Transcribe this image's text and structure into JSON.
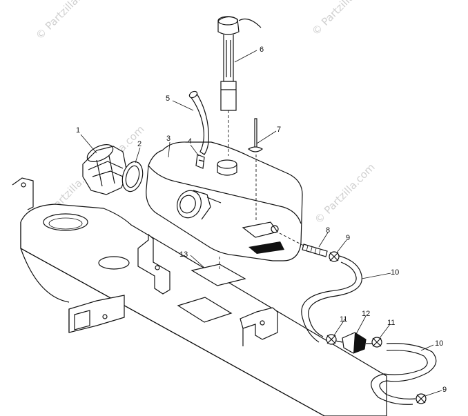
{
  "watermarks": [
    "© Partzilla.com",
    "© Partzilla.com",
    "© Partzilla.com",
    "© Partzilla.com",
    "© Partzilla.com"
  ],
  "callouts": [
    "1",
    "2",
    "3",
    "4",
    "5",
    "6",
    "7",
    "8",
    "9",
    "9",
    "10",
    "10",
    "11",
    "11",
    "12",
    "13"
  ]
}
